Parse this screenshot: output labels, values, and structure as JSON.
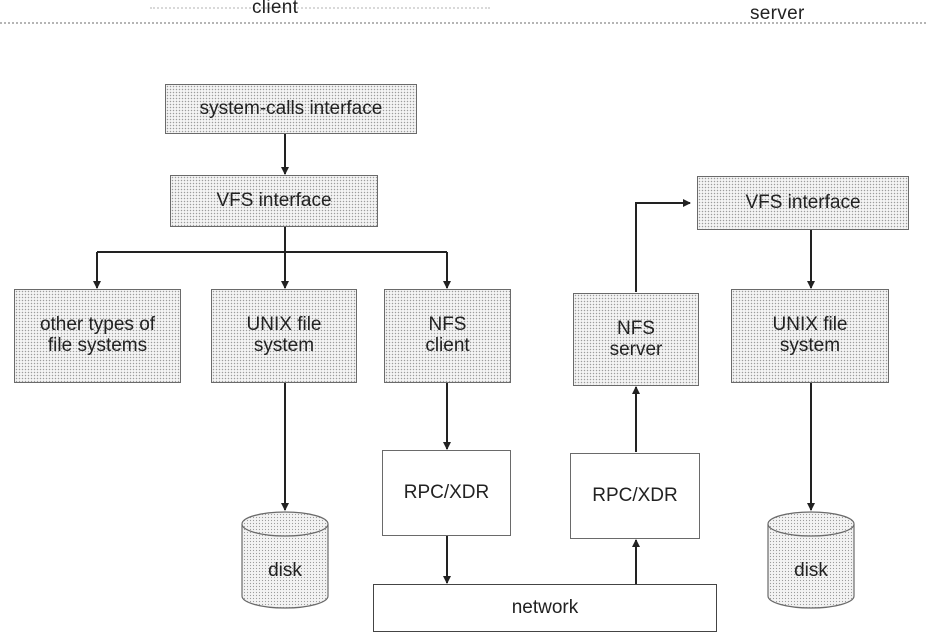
{
  "header": {
    "client_label": "client",
    "server_label": "server"
  },
  "client": {
    "syscalls": "system-calls interface",
    "vfs": "VFS interface",
    "other_fs": "other types of\nfile systems",
    "unix_fs": "UNIX file\nsystem",
    "nfs_client": "NFS\nclient",
    "rpc": "RPC/XDR",
    "disk": "disk"
  },
  "server": {
    "vfs": "VFS interface",
    "nfs_server": "NFS\nserver",
    "unix_fs": "UNIX file\nsystem",
    "rpc": "RPC/XDR",
    "disk": "disk"
  },
  "network": "network",
  "colors": {
    "line": "#222222",
    "border": "#6a6a6a",
    "shade_dot": "#9c9c9c"
  }
}
